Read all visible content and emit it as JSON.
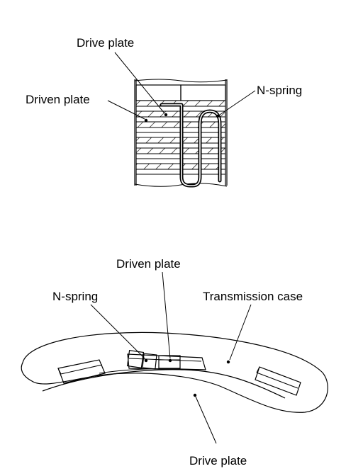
{
  "top_figure": {
    "labels": {
      "drive_plate": "Drive plate",
      "driven_plate": "Driven plate",
      "n_spring": "N-spring"
    }
  },
  "bottom_figure": {
    "labels": {
      "driven_plate": "Driven plate",
      "n_spring": "N-spring",
      "transmission_case": "Transmission case",
      "drive_plate": "Drive plate"
    }
  },
  "colors": {
    "ink": "#000000",
    "paper": "#ffffff"
  }
}
